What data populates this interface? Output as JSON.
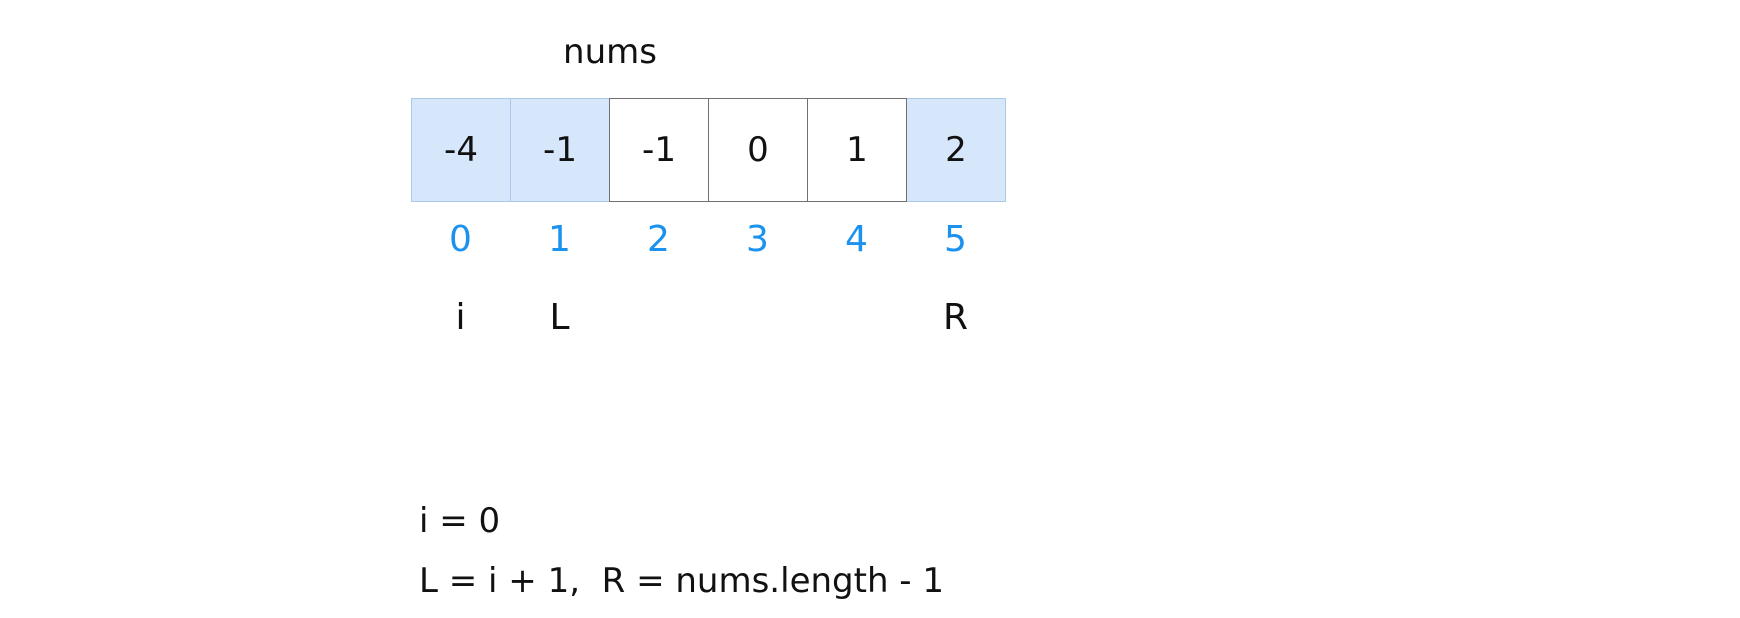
{
  "title": "nums",
  "cells": [
    {
      "value": "-4",
      "highlight": true
    },
    {
      "value": "-1",
      "highlight": true
    },
    {
      "value": "-1",
      "highlight": false
    },
    {
      "value": "0",
      "highlight": false
    },
    {
      "value": "1",
      "highlight": false
    },
    {
      "value": "2",
      "highlight": true
    }
  ],
  "indices": [
    "0",
    "1",
    "2",
    "3",
    "4",
    "5"
  ],
  "pointers": [
    "i",
    "L",
    "",
    "",
    "",
    "R"
  ],
  "lines": {
    "first": "i = 0",
    "second": "L = i + 1,  R = nums.length - 1"
  },
  "colors": {
    "highlight_fill": "#d7e7fb",
    "index_text": "#1c92ef",
    "text": "#111111"
  }
}
